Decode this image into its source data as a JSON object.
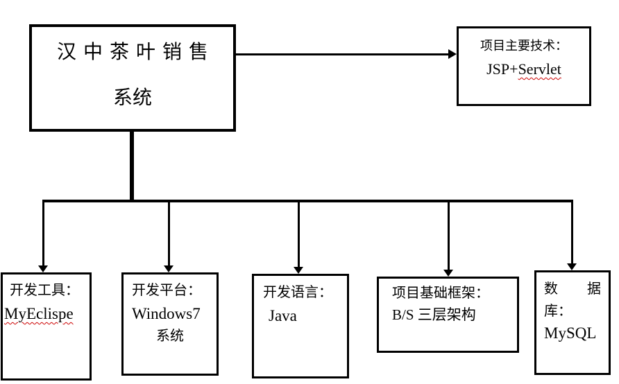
{
  "diagram": {
    "colors": {
      "stroke": "#000000",
      "background": "#ffffff",
      "spellcheck_underline": "#cc0000"
    },
    "root": {
      "title_line1": "汉中茶叶销售",
      "title_line2": "系统"
    },
    "tech": {
      "label": "项目主要技术：",
      "value_prefix": "JSP+",
      "value_word": "Servlet"
    },
    "children": {
      "tool": {
        "label": "开发工具：",
        "value": "MyEclispe"
      },
      "platform": {
        "label": "开发平台：",
        "value_line1": "Windows7",
        "value_line2": "系统"
      },
      "language": {
        "label": "开发语言：",
        "value": "Java"
      },
      "framework": {
        "label": "项目基础框架：",
        "value": "B/S 三层架构"
      },
      "database": {
        "label_char1": "数",
        "label_char2": "据",
        "label_line2": "库：",
        "value": "MySQL"
      }
    }
  }
}
